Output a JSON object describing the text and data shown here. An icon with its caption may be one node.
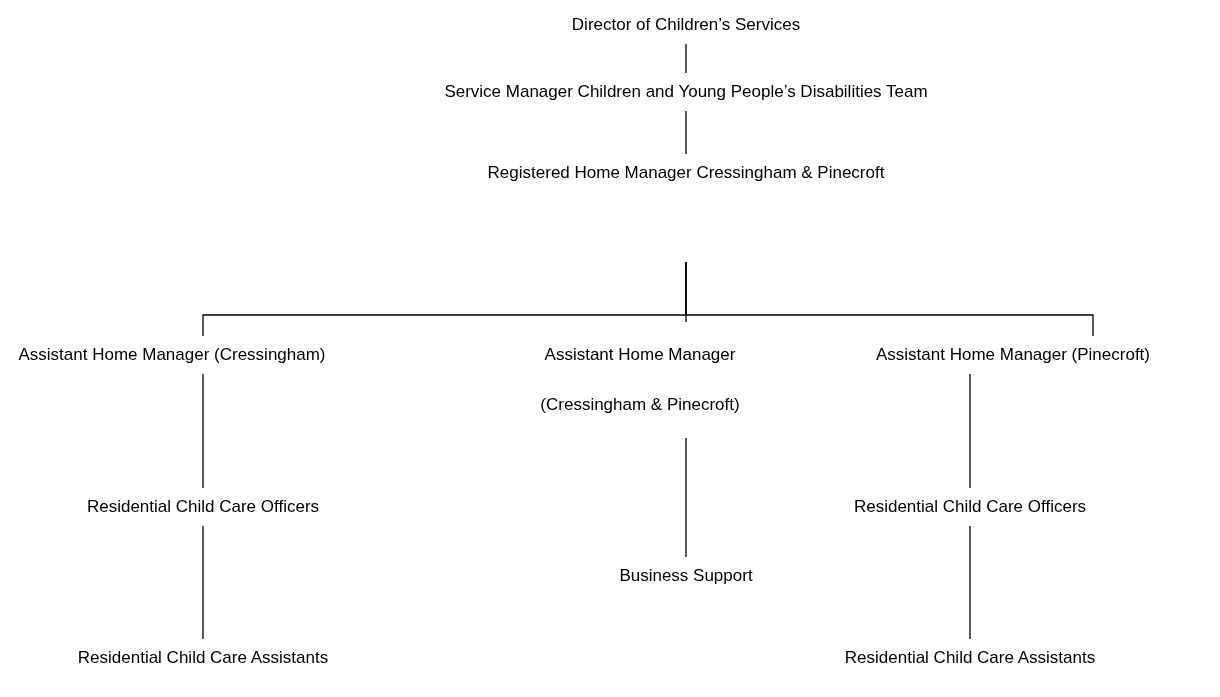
{
  "diagram": {
    "nodes": [
      {
        "text": [
          "Director of Children’s Services"
        ]
      },
      {
        "text": [
          "Service Manager Children and Young People’s Disabilities Team"
        ]
      },
      {
        "text": [
          "Registered Home Manager Cressingham & Pinecroft"
        ]
      },
      {
        "text": [
          "Assistant Home Manager (Cressingham)"
        ]
      },
      {
        "text": [
          "Assistant Home Manager (Cressingham & Pinecroft)"
        ]
      },
      {
        "text": [
          "Assistant Home Manager (Pinecroft)"
        ]
      },
      {
        "text": [
          "Residential Child Care Officers"
        ]
      },
      {
        "text": [
          "Residential Child Care Officers"
        ]
      },
      {
        "text": [
          "Business Support"
        ]
      },
      {
        "text": [
          "Residential Child Care Assistants"
        ]
      },
      {
        "text": [
          "Residential Child Care Assistants"
        ]
      }
    ],
    "edges": [
      {
        "from": 0,
        "to": 1,
        "arrow": "none"
      },
      {
        "from": 1,
        "to": 2,
        "arrow": "none"
      },
      {
        "from": 2,
        "to": 3,
        "arrow": "none"
      },
      {
        "from": 2,
        "to": 4,
        "arrow": "none"
      },
      {
        "from": 2,
        "to": 5,
        "arrow": "none"
      },
      {
        "from": 3,
        "to": 6,
        "arrow": "none"
      },
      {
        "from": 4,
        "to": 8,
        "arrow": "none"
      },
      {
        "from": 5,
        "to": 7,
        "arrow": "none"
      },
      {
        "from": 6,
        "to": 9,
        "arrow": "none"
      },
      {
        "from": 7,
        "to": 10,
        "arrow": "none"
      }
    ]
  }
}
